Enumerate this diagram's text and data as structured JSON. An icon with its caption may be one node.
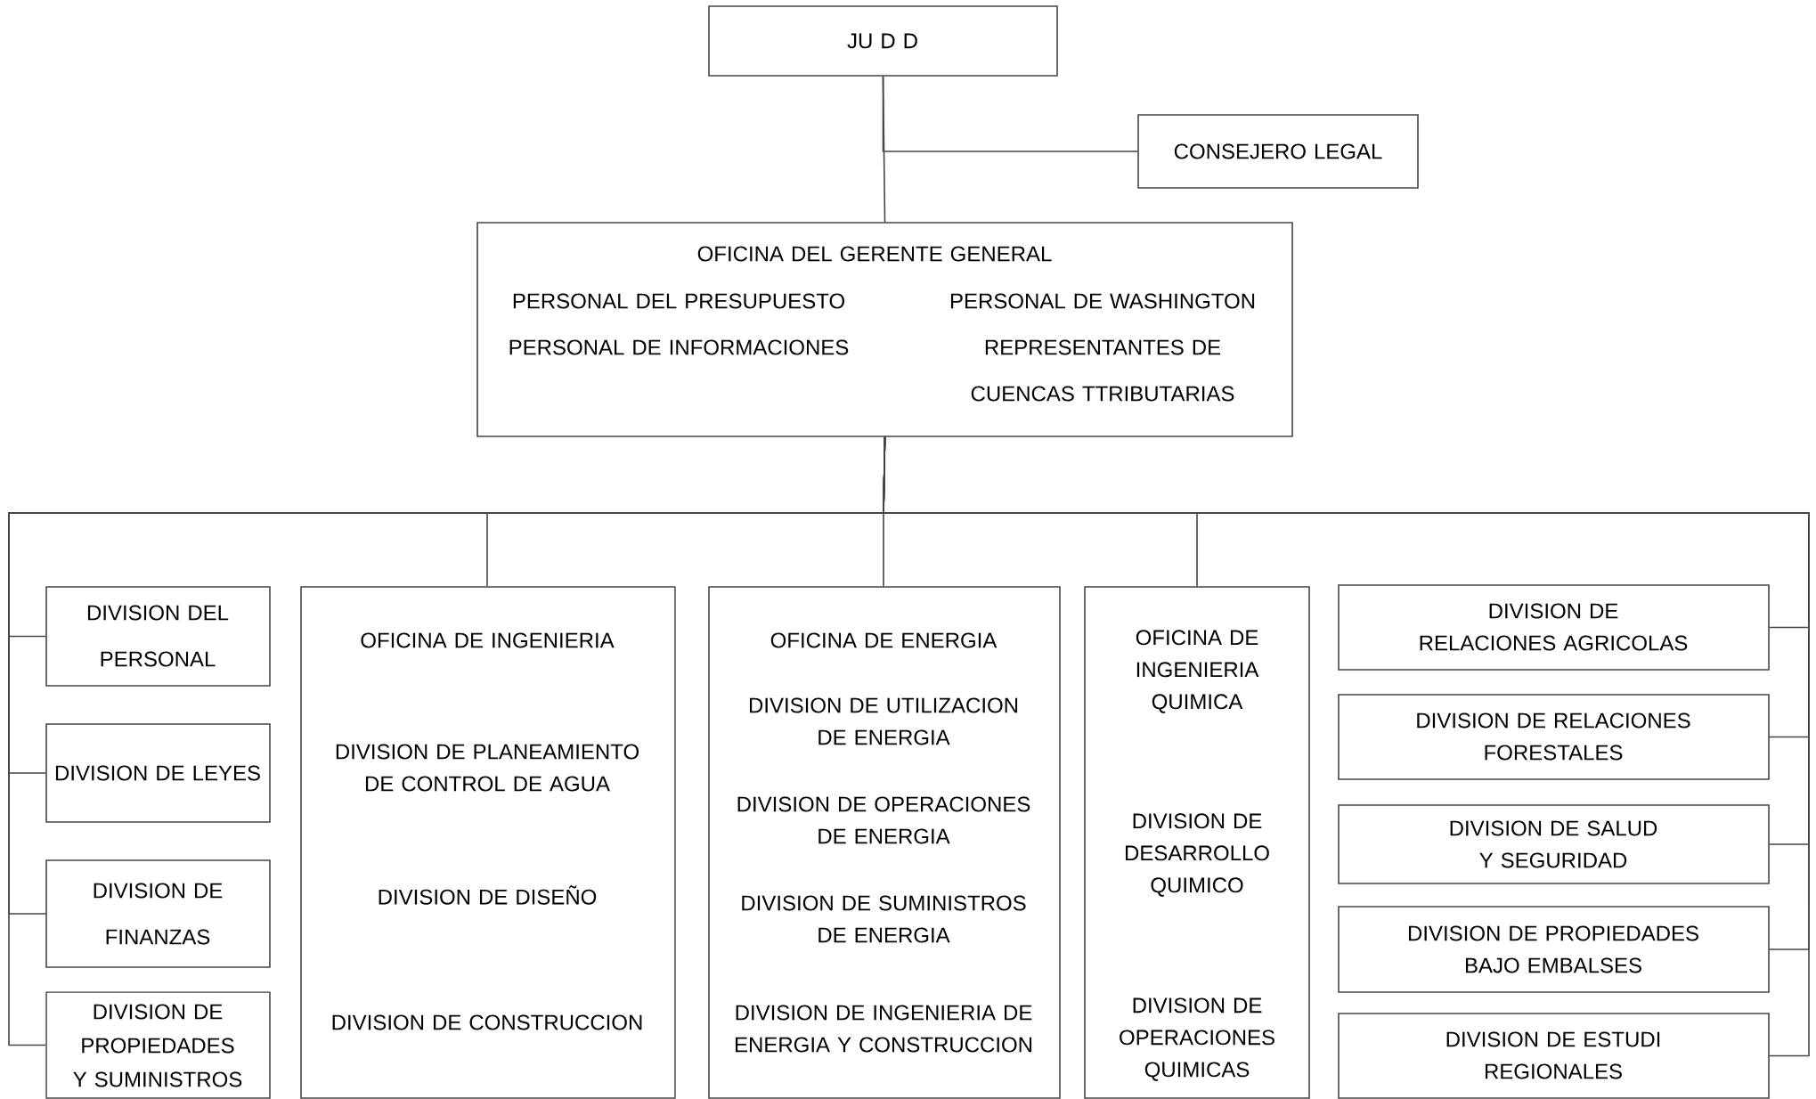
{
  "diagram": {
    "nodes": [
      {
        "text": [
          "JU D D"
        ]
      },
      {
        "text": [
          "CONSEJERO LEGAL"
        ]
      },
      {
        "text": [
          "OFICINA DEL GERENTE GENERAL",
          "PERSONAL DEL PRESUPUESTO",
          "PERSONAL DE WASHINGTON",
          "PERSONAL DE INFORMACIONES",
          "REPRESENTANTES DE CUENCAS TTRIBUTARIAS"
        ]
      },
      {
        "text": [
          "DIVISION DEL PERSONAL"
        ]
      },
      {
        "text": [
          "DIVISION DE LEYES"
        ]
      },
      {
        "text": [
          "DIVISION DE FINANZAS"
        ]
      },
      {
        "text": [
          "DIVISION DE PROPIEDADES Y SUMINISTROS"
        ]
      },
      {
        "text": [
          "OFICINA DE INGENIERIA",
          "DIVISION DE PLANEAMIENTO DE CONTROL DE AGUA",
          "DIVISION DE DISEÑO",
          "DIVISION DE CONSTRUCCION"
        ]
      },
      {
        "text": [
          "OFICINA DE ENERGIA",
          "DIVISION DE UTILIZACION DE ENERGIA",
          "DIVISION DE OPERACIONES DE ENERGIA",
          "DIVISION DE SUMINISTROS DE ENERGIA",
          "DIVISION DE INGENIERIA DE ENERGIA Y CONSTRUCCION"
        ]
      },
      {
        "text": [
          "OFICINA DE INGENIERIA QUIMICA",
          "DIVISION DE DESARROLLO QUIMICO",
          "DIVISION DE OPERACIONES QUIMICAS"
        ]
      },
      {
        "text": [
          "DIVISION DE RELACIONES AGRICOLAS"
        ]
      },
      {
        "text": [
          "DIVISION DE RELACIONES FORESTALES"
        ]
      },
      {
        "text": [
          "DIVISION DE SALUD Y SEGURIDAD"
        ]
      },
      {
        "text": [
          "DIVISION DE PROPIEDADES BAJO EMBALSES"
        ]
      },
      {
        "text": [
          "DIVISION DE ESTUDI REGIONALES"
        ]
      }
    ],
    "edges": [
      {
        "from": 0,
        "to": 1,
        "arrow": "none"
      },
      {
        "from": 0,
        "to": 2,
        "arrow": "none"
      },
      {
        "from": 2,
        "to": 3,
        "arrow": "none"
      },
      {
        "from": 2,
        "to": 4,
        "arrow": "none"
      },
      {
        "from": 2,
        "to": 5,
        "arrow": "none"
      },
      {
        "from": 2,
        "to": 6,
        "arrow": "none"
      },
      {
        "from": 2,
        "to": 7,
        "arrow": "none"
      },
      {
        "from": 2,
        "to": 8,
        "arrow": "none"
      },
      {
        "from": 2,
        "to": 9,
        "arrow": "none"
      },
      {
        "from": 2,
        "to": 10,
        "arrow": "none"
      },
      {
        "from": 2,
        "to": 11,
        "arrow": "none"
      },
      {
        "from": 2,
        "to": 12,
        "arrow": "none"
      },
      {
        "from": 2,
        "to": 13,
        "arrow": "none"
      },
      {
        "from": 2,
        "to": 14,
        "arrow": "none"
      }
    ]
  }
}
